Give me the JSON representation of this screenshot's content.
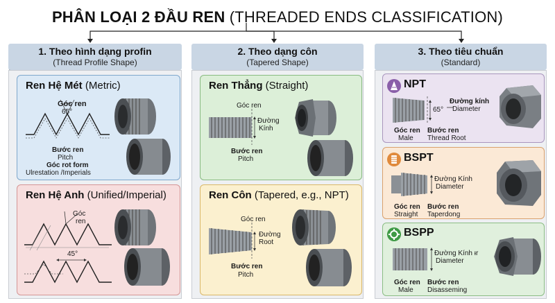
{
  "title": {
    "bold": "PHÂN LOẠI 2 ĐẦU REN",
    "rest": " (THREADED ENDS CLASSIFICATION)"
  },
  "columns": [
    {
      "heading": "1. Theo hình dạng profin",
      "sub": "(Thread Profile Shape)"
    },
    {
      "heading": "2. Theo dạng côn",
      "sub": "(Tapered Shape)"
    },
    {
      "heading": "3. Theo tiêu chuẩn",
      "sub": "(Standard)"
    }
  ],
  "metric": {
    "title_bold": "Ren Hệ Mét",
    "title_rest": " (Metric)",
    "angle_label": "Góc ren",
    "angle_value": "65°",
    "pitch_vi": "Bước ren",
    "pitch_en": "Pitch",
    "root_vi": "Góc rot form",
    "root_en": "Ulrestation /Imperials"
  },
  "unified": {
    "title_bold": "Ren Hệ Anh",
    "title_rest": " (Unified/Imperial)",
    "angle_label_1": "Góc",
    "angle_label_2": "ren",
    "angle_value": "45°"
  },
  "straight": {
    "title_bold": "Ren Thẳng",
    "title_rest": " (Straight)",
    "angle_label": "Góc ren",
    "dia_1": "Đường",
    "dia_2": "Kính",
    "pitch_vi": "Bước ren",
    "pitch_en": "Pitch"
  },
  "tapered": {
    "title_bold": "Ren Côn",
    "title_rest": " (Tapered, e.g., NPT)",
    "angle_label": "Góc ren",
    "dia_1": "Đường",
    "dia_2": "Root",
    "pitch_vi": "Bước ren",
    "pitch_en": "Pitch"
  },
  "npt": {
    "name": "NPT",
    "angle_value": "65°",
    "dia_vi": "Đường kính",
    "dia_en": "Diameter",
    "left_vi": "Góc ren",
    "left_en": "Male",
    "right_vi": "Bước ren",
    "right_en": "Thread Root"
  },
  "bspt": {
    "name": "BSPT",
    "dia_vi": "Đường Kính",
    "dia_en": "Diameter",
    "left_vi": "Góc ren",
    "left_en": "Straight",
    "right_vi": "Bước ren",
    "right_en": "Taperdong"
  },
  "bspp": {
    "name": "BSPP",
    "dia_vi": "Đường Kính ᵻr",
    "dia_en": "Diameter",
    "left_vi": "Góc ren",
    "left_en": "Male",
    "right_vi": "Bước ren",
    "right_en": "Disasseming"
  },
  "colors": {
    "metric_bg": "#dbe9f6",
    "metric_border": "#7ea7cc",
    "unified_bg": "#f7dede",
    "unified_border": "#d49595",
    "straight_bg": "#dcefd8",
    "straight_border": "#88ba80",
    "tapered_bg": "#fbf0cf",
    "tapered_border": "#d9b767",
    "npt_bg": "#ebe3f1",
    "npt_border": "#a995bd",
    "npt_badge": "#8a5fa9",
    "bspt_bg": "#fbe9d6",
    "bspt_border": "#d9a06c",
    "bspt_badge": "#e08a3c",
    "bspp_bg": "#e0f0dd",
    "bspp_border": "#8bbd84",
    "bspp_badge": "#3f9a45"
  }
}
